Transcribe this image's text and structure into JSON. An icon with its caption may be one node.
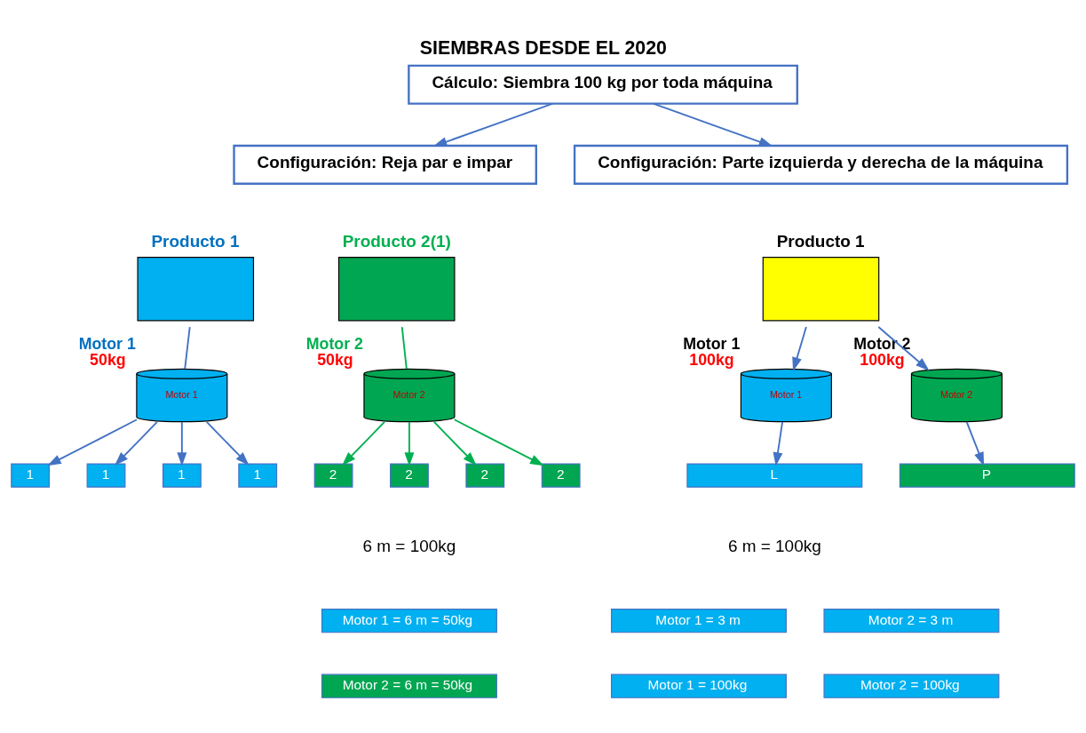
{
  "diagram": {
    "title": "SIEMBRAS DESDE EL 2020",
    "nodes": [
      {
        "text": [
          "Cálculo: Siembra 100 kg por toda máquina"
        ]
      },
      {
        "text": [
          "Configuración: Reja par e impar"
        ]
      },
      {
        "text": [
          "Configuración: Parte izquierda y derecha de la máquina"
        ]
      },
      {
        "text": [
          "Producto 1"
        ]
      },
      {
        "text": [
          "Producto 2(1)"
        ]
      },
      {
        "text": [
          "Motor 1"
        ],
        "beside": [
          "Motor 1",
          "50kg"
        ]
      },
      {
        "text": [
          "Motor 2"
        ],
        "beside": [
          "Motor 2",
          "50kg"
        ]
      },
      {
        "text": [
          "1"
        ]
      },
      {
        "text": [
          "2"
        ]
      },
      {
        "text": [
          "1"
        ]
      },
      {
        "text": [
          "2"
        ]
      },
      {
        "text": [
          "1"
        ]
      },
      {
        "text": [
          "2"
        ]
      },
      {
        "text": [
          "1"
        ]
      },
      {
        "text": [
          "2"
        ]
      },
      {
        "text": [
          "Producto 1"
        ]
      },
      {
        "text": [
          "Motor 1"
        ],
        "beside": [
          "Motor 1",
          "100kg"
        ]
      },
      {
        "text": [
          "Motor 2"
        ],
        "beside": [
          "Motor 2",
          "100kg"
        ]
      },
      {
        "text": [
          "L"
        ]
      },
      {
        "text": [
          "P"
        ]
      },
      {
        "text": [
          "Motor 1 = 6 m = 50kg"
        ]
      },
      {
        "text": [
          "Motor 2 = 6 m = 50kg"
        ]
      },
      {
        "text": [
          "Motor 1 = 3 m"
        ]
      },
      {
        "text": [
          "Motor 2 = 3 m"
        ]
      },
      {
        "text": [
          "Motor 1 = 100kg"
        ]
      },
      {
        "text": [
          "Motor 2 = 100kg"
        ]
      }
    ],
    "edges": [
      {
        "from": 0,
        "to": 1,
        "arrow": "to"
      },
      {
        "from": 0,
        "to": 2,
        "arrow": "to"
      },
      {
        "from": 3,
        "to": 5,
        "arrow": "none"
      },
      {
        "from": 4,
        "to": 6,
        "arrow": "none",
        "color": "#00b050"
      },
      {
        "from": 5,
        "to": 7,
        "arrow": "to"
      },
      {
        "from": 6,
        "to": 8,
        "arrow": "to",
        "color": "#00b050"
      },
      {
        "from": 5,
        "to": 9,
        "arrow": "to"
      },
      {
        "from": 6,
        "to": 10,
        "arrow": "to",
        "color": "#00b050"
      },
      {
        "from": 5,
        "to": 11,
        "arrow": "to"
      },
      {
        "from": 6,
        "to": 12,
        "arrow": "to",
        "color": "#00b050"
      },
      {
        "from": 5,
        "to": 13,
        "arrow": "to"
      },
      {
        "from": 6,
        "to": 14,
        "arrow": "to",
        "color": "#00b050"
      },
      {
        "from": 15,
        "to": 16,
        "arrow": "to"
      },
      {
        "from": 15,
        "to": 17,
        "arrow": "to"
      },
      {
        "from": 16,
        "to": 18,
        "arrow": "to"
      },
      {
        "from": 17,
        "to": 19,
        "arrow": "to"
      }
    ],
    "labels": [
      "6 m = 100kg",
      "6 m = 100kg"
    ]
  }
}
